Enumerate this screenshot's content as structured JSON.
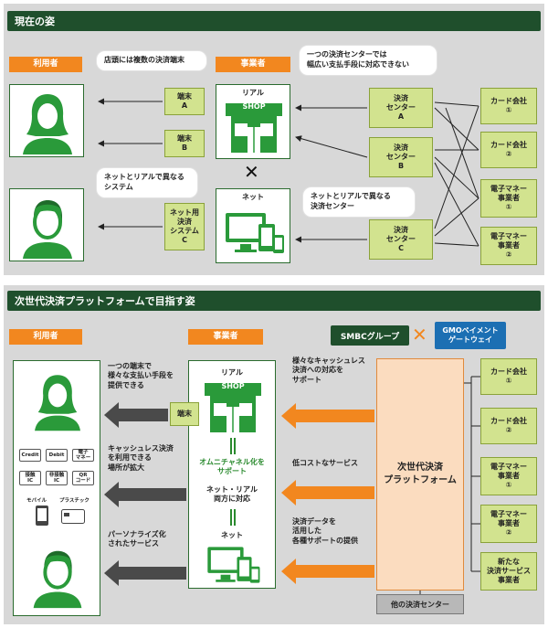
{
  "current": {
    "title": "現在の姿",
    "user_label": "利用者",
    "merchant_label": "事業者",
    "bubble_top_left": "店頭には複数の決済端末",
    "bubble_top_right": "一つの決済センターでは\n幅広い支払手段に対応できない",
    "bubble_mid_left": "ネットとリアルで異なる\nシステム",
    "bubble_mid_right": "ネットとリアルで異なる\n決済センター",
    "terminal_a": "端末\nA",
    "terminal_b": "端末\nB",
    "net_system_c": "ネット用\n決済\nシステム\nC",
    "real_label": "リアル",
    "net_label": "ネット",
    "shop_sign": "SHOP",
    "center_a": "決済\nセンター\nA",
    "center_b": "決済\nセンター\nB",
    "center_c": "決済\nセンター\nC",
    "providers": [
      "カード会社\n①",
      "カード会社\n②",
      "電子マネー\n事業者\n①",
      "電子マネー\n事業者\n②"
    ]
  },
  "future": {
    "title": "次世代決済プラットフォームで目指す姿",
    "user_label": "利用者",
    "merchant_label": "事業者",
    "smbc": "SMBCグループ",
    "gmo": "GMOペイメント\nゲートウェイ",
    "cross": "✕",
    "msg1": "一つの端末で\n様々な支払い手段を\n提供できる",
    "msg2": "キャッシュレス決済\nを利用できる\n場所が拡大",
    "msg3": "パーソナライズ化\nされたサービス",
    "terminal": "端末",
    "real_label": "リアル",
    "shop_sign": "SHOP",
    "omni": "オムニチャネル化を\nサポート",
    "net_real": "ネット・リアル\n両方に対応",
    "net_label": "ネット",
    "offer1": "様々なキャッシュレス\n決済への対応を\nサポート",
    "offer2": "低コストなサービス",
    "offer3": "決済データを\n活用した\n各種サポートの提供",
    "platform": "次世代決済\nプラットフォーム",
    "other_center": "他の決済センター",
    "providers": [
      "カード会社\n①",
      "カード会社\n②",
      "電子マネー\n事業者\n①",
      "電子マネー\n事業者\n②",
      "新たな\n決済サービス\n事業者"
    ],
    "cards": [
      "Credit",
      "Debit",
      "電子\nマネー",
      "接触\nIC",
      "非接触\nIC",
      "QR\nコード"
    ],
    "mobile": "モバイル",
    "plastic": "プラスチック"
  },
  "colors": {
    "dark_green": "#1f4f2c",
    "green": "#2a8a2e",
    "orange": "#f2871f",
    "light_green": "#d2e38f",
    "peach": "#fbdcbf"
  }
}
